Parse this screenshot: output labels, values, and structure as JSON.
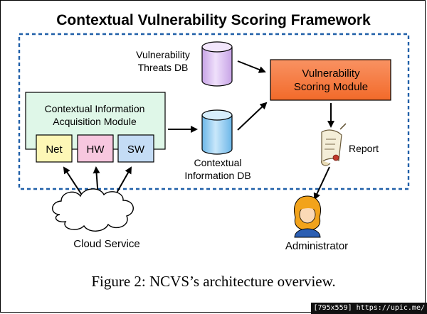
{
  "title": "Contextual Vulnerability Scoring Framework",
  "vuln_db": {
    "line1": "Vulnerability",
    "line2": "Threats DB"
  },
  "context_db": {
    "line1": "Contextual",
    "line2": "Information DB"
  },
  "scoring_module": {
    "line1": "Vulnerability",
    "line2": "Scoring Module"
  },
  "acquisition_module": {
    "line1": "Contextual Information",
    "line2": "Acquisition Module",
    "sub_boxes": [
      "Net",
      "HW",
      "SW"
    ]
  },
  "report": "Report",
  "cloud": "Cloud Service",
  "administrator": "Administrator",
  "caption": "Figure 2: NCVS’s architecture overview.",
  "watermark": "[795x559] https://upic.me/",
  "colors": {
    "frame_border": "#1f5fa8",
    "vuln_db": "#d9b9f2",
    "context_db": "#8ec9ee",
    "scoring_module": "#f77f45",
    "acquisition_module": "#dff7e8",
    "net_box": "#fdf7b6",
    "hw_box": "#f7c7df",
    "sw_box": "#c4dcf5"
  }
}
